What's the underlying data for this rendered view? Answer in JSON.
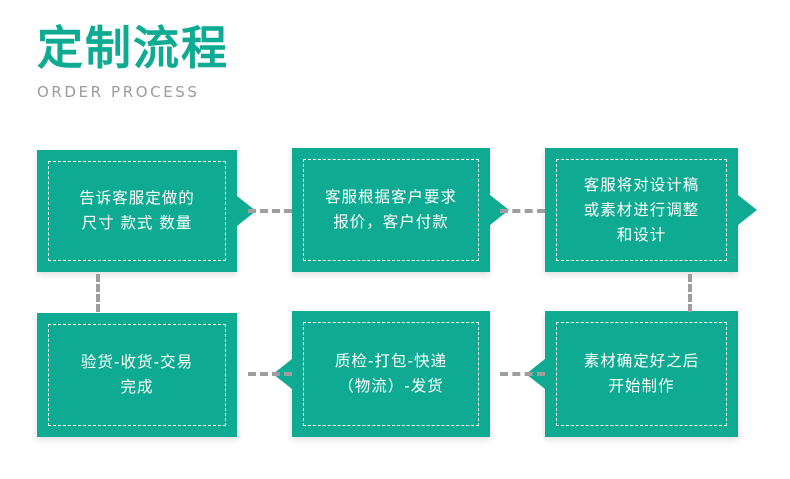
{
  "header": {
    "title": "定制流程",
    "subtitle": "ORDER PROCESS",
    "title_color": "#0FAA92",
    "subtitle_color": "#9B9B9B"
  },
  "theme": {
    "box_fill": "#0FAA92",
    "box_text": "#FFFFFF",
    "connector": "#9E9E9E",
    "background": "#FFFFFF"
  },
  "flow": {
    "steps": [
      {
        "id": "step-1",
        "order": 1,
        "text": "告诉客服定做的\n尺寸 款式 数量",
        "arrow": "right"
      },
      {
        "id": "step-2",
        "order": 2,
        "text": "客服根据客户要求\n报价，客户付款",
        "arrow": "right"
      },
      {
        "id": "step-3",
        "order": 3,
        "text": "客服将对设计稿\n或素材进行调整\n和设计",
        "arrow": "right"
      },
      {
        "id": "step-4",
        "order": 6,
        "text": "验货-收货-交易\n完成",
        "arrow": "none"
      },
      {
        "id": "step-5",
        "order": 5,
        "text": "质检-打包-快递\n（物流）-发货",
        "arrow": "left"
      },
      {
        "id": "step-6",
        "order": 4,
        "text": "素材确定好之后\n开始制作",
        "arrow": "left"
      }
    ],
    "connectors": [
      {
        "id": "conn-1-2",
        "from": "step-1",
        "to": "step-2",
        "orientation": "horizontal"
      },
      {
        "id": "conn-2-3",
        "from": "step-2",
        "to": "step-3",
        "orientation": "horizontal"
      },
      {
        "id": "conn-3-6",
        "from": "step-3",
        "to": "step-6",
        "orientation": "vertical"
      },
      {
        "id": "conn-6-5",
        "from": "step-6",
        "to": "step-5",
        "orientation": "horizontal"
      },
      {
        "id": "conn-5-4",
        "from": "step-5",
        "to": "step-4",
        "orientation": "horizontal"
      },
      {
        "id": "conn-4-1",
        "from": "step-4",
        "to": "step-1",
        "orientation": "vertical"
      }
    ]
  }
}
